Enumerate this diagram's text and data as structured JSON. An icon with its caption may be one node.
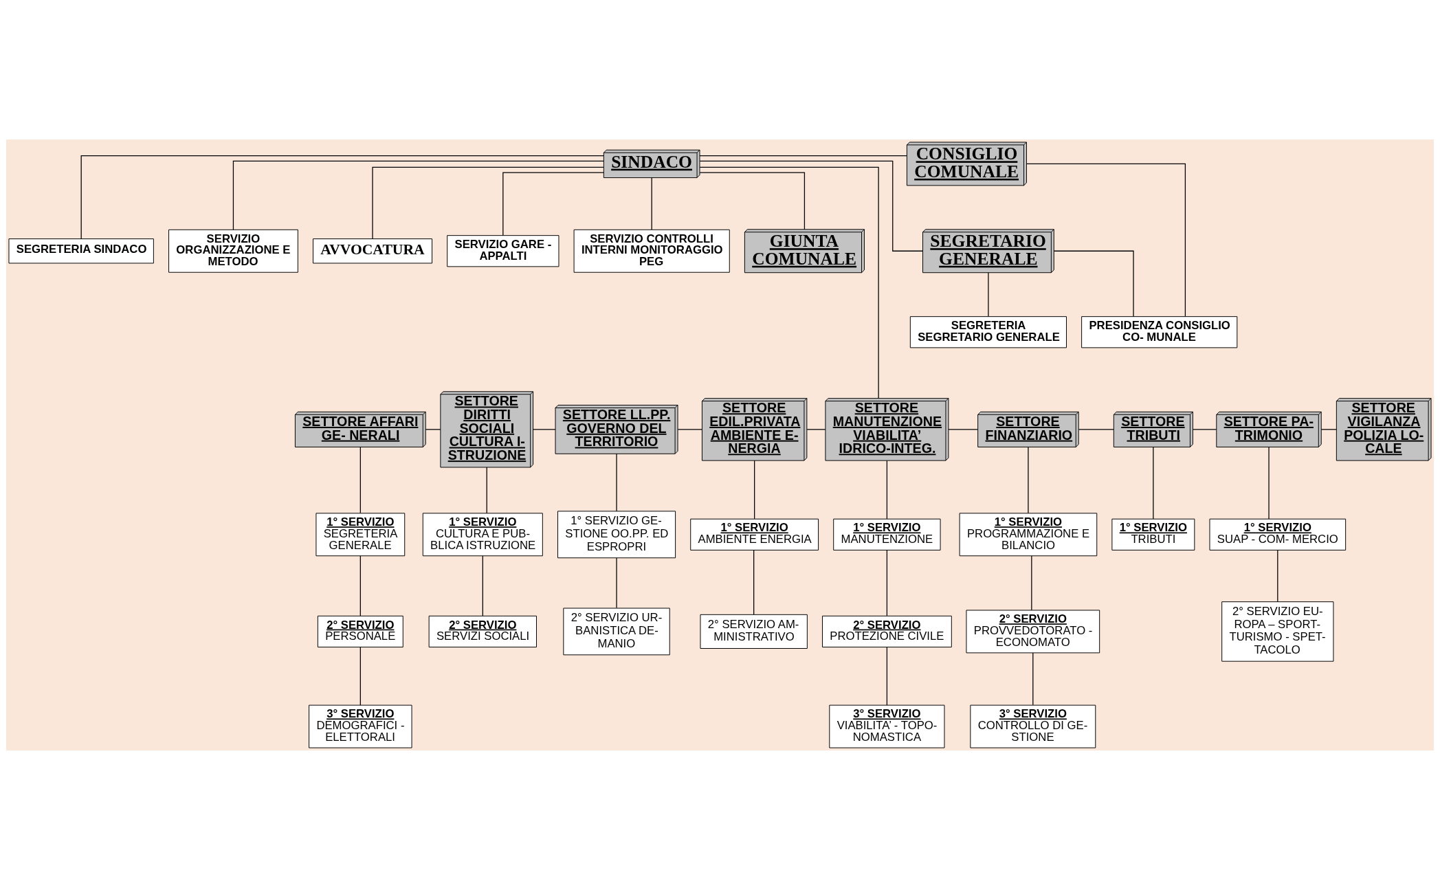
{
  "diagram": {
    "nodes": [
      {
        "text": [
          "SINDACO"
        ]
      },
      {
        "text": [
          "CONSIGLIO COMUNALE"
        ]
      },
      {
        "text": [
          "GIUNTA COMUNALE"
        ]
      },
      {
        "text": [
          "SEGRETARIO GENERALE"
        ]
      },
      {
        "text": [
          "PRESIDENZA CONSIGLIO CO- MUNALE"
        ]
      },
      {
        "text": [
          "SEGRETERIA SEGRETARIO GENERALE"
        ]
      },
      {
        "text": [
          "SEGRETERIA SINDACO"
        ]
      },
      {
        "text": [
          "SERVIZIO ORGANIZZAZIONE E METODO"
        ]
      },
      {
        "text": [
          "AVVOCATURA"
        ]
      },
      {
        "text": [
          "SERVIZIO GARE - APPALTI"
        ]
      },
      {
        "text": [
          "SERVIZIO CONTROLLI INTERNI MONITORAGGIO PEG"
        ]
      },
      {
        "text": [
          "SETTORE AFFARI GE- NERALI"
        ]
      },
      {
        "text": [
          "SETTORE DIRITTI SOCIALI CULTURA I- STRUZIONE"
        ]
      },
      {
        "text": [
          "SETTORE LL.PP. GOVERNO DEL TERRITORIO"
        ]
      },
      {
        "text": [
          "SETTORE EDIL.PRIVATA AMBIENTE E- NERGIA"
        ]
      },
      {
        "text": [
          "SETTORE MANUTENZIONE VIABILITA’ IDRICO-INTEG."
        ]
      },
      {
        "text": [
          "SETTORE FINANZIARIO"
        ]
      },
      {
        "text": [
          "SETTORE TRIBUTI"
        ]
      },
      {
        "text": [
          "SETTORE PA- TRIMONIO"
        ]
      },
      {
        "text": [
          "SETTORE VIGILANZA POLIZIA LO- CALE"
        ]
      },
      {
        "text": [
          "1° SERVIZIO",
          "SEGRETERIA GENERALE"
        ]
      },
      {
        "text": [
          "2° SERVIZIO",
          "PERSONALE"
        ]
      },
      {
        "text": [
          "3° SERVIZIO",
          "DEMOGRAFICI - ELETTORALI"
        ]
      },
      {
        "text": [
          "1° SERVIZIO",
          "CULTURA E PUB- BLICA ISTRUZIONE"
        ]
      },
      {
        "text": [
          "2° SERVIZIO",
          "SERVIZI SOCIALI"
        ]
      },
      {
        "text": [
          "1° SERVIZIO GE- STIONE OO.PP. ED ESPROPRI"
        ]
      },
      {
        "text": [
          "2° SERVIZIO UR- BANISTICA DE- MANIO"
        ]
      },
      {
        "text": [
          "1° SERVIZIO",
          "AMBIENTE ENERGIA"
        ]
      },
      {
        "text": [
          "2° SERVIZIO AM- MINISTRATIVO"
        ]
      },
      {
        "text": [
          "1° SERVIZIO",
          "MANUTENZIONE"
        ]
      },
      {
        "text": [
          "2° SERVIZIO",
          "PROTEZIONE CIVILE"
        ]
      },
      {
        "text": [
          "3° SERVIZIO",
          "VIABILITA’ - TOPO- NOMASTICA"
        ]
      },
      {
        "text": [
          "1° SERVIZIO",
          "PROGRAMMAZIONE E BILANCIO"
        ]
      },
      {
        "text": [
          "2° SERVIZIO",
          "PROVVEDOTORATO - ECONOMATO"
        ]
      },
      {
        "text": [
          "3° SERVIZIO",
          "CONTROLLO DI GE- STIONE"
        ]
      },
      {
        "text": [
          "1° SERVIZIO",
          "TRIBUTI"
        ]
      },
      {
        "text": [
          "1° SERVIZIO",
          "SUAP - COM- MERCIO"
        ]
      },
      {
        "text": [
          "2° SERVIZIO EU- ROPA – SPORT- TURISMO - SPET- TACOLO"
        ]
      }
    ],
    "edges": [
      {
        "from": 0,
        "to": 2,
        "arrow": "none"
      },
      {
        "from": 0,
        "to": 1,
        "arrow": "none"
      },
      {
        "from": 0,
        "to": 6,
        "arrow": "none"
      },
      {
        "from": 0,
        "to": 8,
        "arrow": "none"
      },
      {
        "from": 0,
        "to": 3,
        "arrow": "none"
      },
      {
        "from": 1,
        "to": 4,
        "arrow": "none"
      },
      {
        "from": 3,
        "to": 4,
        "arrow": "none"
      },
      {
        "from": 3,
        "to": 5,
        "arrow": "none"
      },
      {
        "from": 0,
        "to": 7,
        "arrow": "none"
      },
      {
        "from": 0,
        "to": 9,
        "arrow": "none"
      },
      {
        "from": 0,
        "to": 10,
        "arrow": "none"
      },
      {
        "from": 0,
        "to": 15,
        "arrow": "none"
      },
      {
        "from": 11,
        "to": 12,
        "arrow": "none"
      },
      {
        "from": 12,
        "to": 13,
        "arrow": "none"
      },
      {
        "from": 13,
        "to": 14,
        "arrow": "none"
      },
      {
        "from": 14,
        "to": 15,
        "arrow": "none"
      },
      {
        "from": 15,
        "to": 16,
        "arrow": "none"
      },
      {
        "from": 16,
        "to": 17,
        "arrow": "none"
      },
      {
        "from": 17,
        "to": 18,
        "arrow": "none"
      },
      {
        "from": 18,
        "to": 19,
        "arrow": "none"
      },
      {
        "from": 11,
        "to": 20,
        "arrow": "none"
      },
      {
        "from": 20,
        "to": 21,
        "arrow": "none"
      },
      {
        "from": 21,
        "to": 22,
        "arrow": "none"
      },
      {
        "from": 12,
        "to": 23,
        "arrow": "none"
      },
      {
        "from": 23,
        "to": 24,
        "arrow": "none"
      },
      {
        "from": 13,
        "to": 25,
        "arrow": "none"
      },
      {
        "from": 25,
        "to": 26,
        "arrow": "none"
      },
      {
        "from": 14,
        "to": 27,
        "arrow": "none"
      },
      {
        "from": 27,
        "to": 28,
        "arrow": "none"
      },
      {
        "from": 15,
        "to": 29,
        "arrow": "none"
      },
      {
        "from": 29,
        "to": 30,
        "arrow": "none"
      },
      {
        "from": 30,
        "to": 31,
        "arrow": "none"
      },
      {
        "from": 16,
        "to": 32,
        "arrow": "none"
      },
      {
        "from": 32,
        "to": 33,
        "arrow": "none"
      },
      {
        "from": 33,
        "to": 34,
        "arrow": "none"
      },
      {
        "from": 17,
        "to": 35,
        "arrow": "none"
      },
      {
        "from": 18,
        "to": 36,
        "arrow": "none"
      },
      {
        "from": 36,
        "to": 37,
        "arrow": "none"
      }
    ]
  }
}
